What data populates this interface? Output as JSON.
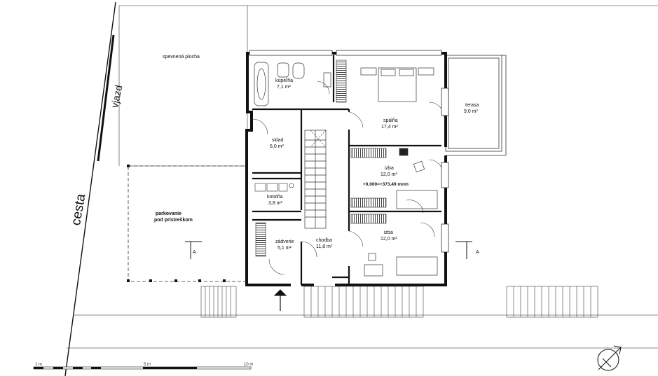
{
  "site": {
    "paved_area": "spevnená plocha",
    "driveway": "vjazd",
    "road": "cesta",
    "carport": [
      "parkovanie",
      "pod prístreškom"
    ],
    "section_mark": "A"
  },
  "rooms": {
    "bathroom": {
      "name": "kúpeľňa",
      "area": "7,1 m²"
    },
    "storage": {
      "name": "sklad",
      "area": "6,0 m²"
    },
    "boiler": {
      "name": "kotolňa",
      "area": "3,8 m²"
    },
    "vestibule": {
      "name": "zádverie",
      "area": "5,1 m²"
    },
    "corridor": {
      "name": "chodba",
      "area": "11,8 m²"
    },
    "bedroom": {
      "name": "spálňa",
      "area": "17,4 m²"
    },
    "room1": {
      "name": "izba",
      "area": "12,0 m²"
    },
    "room2": {
      "name": "izba",
      "area": "12,0 m²"
    },
    "terrace": {
      "name": "terasa",
      "area": "9,0 m²"
    }
  },
  "level": "+0,000=+373,49 mnm",
  "scale": {
    "start": "1 m",
    "mid": "5 m",
    "end": "10 m"
  },
  "colors": {
    "wall": "#111111",
    "line": "#333333",
    "hatch": "#555555"
  }
}
